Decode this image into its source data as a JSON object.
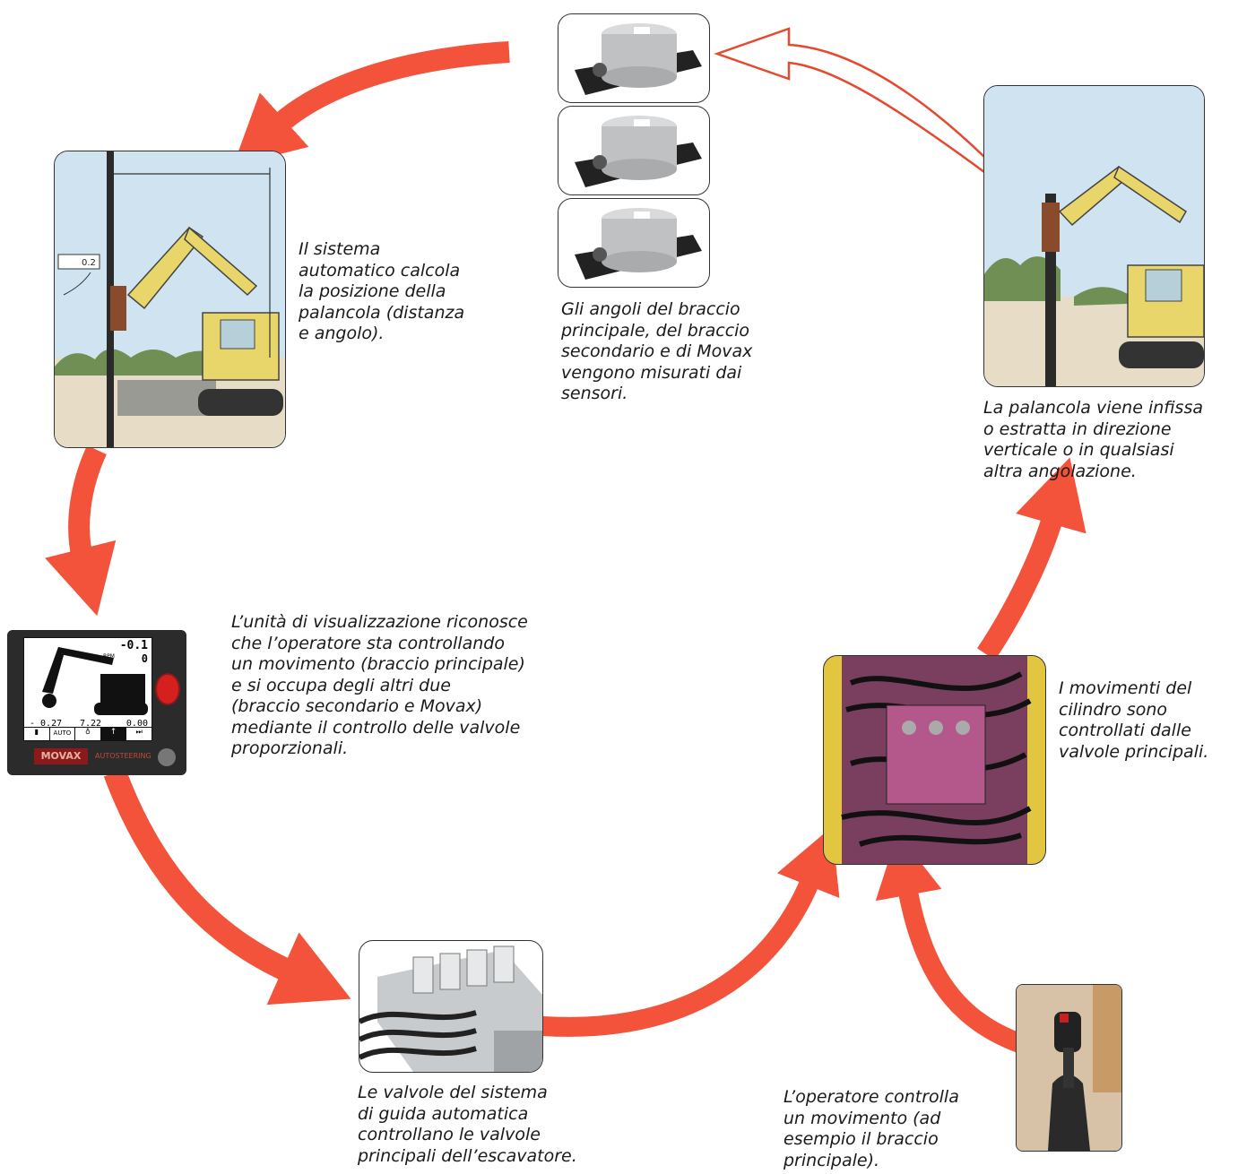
{
  "captions": {
    "calc": "Il sistema\nautomatico calcola\nla posizione della\npalancola (distanza\ne angolo).",
    "sensors": "Gli angoli del braccio\nprincipale, del braccio\nsecondario e di Movax\nvengono misurati dai\nsensori.",
    "driven": "La palancola viene infissa\no estratta in direzione\nverticale o in qualsiasi\naltra angolazione.",
    "display": "L’unità di visualizzazione riconosce\nche l’operatore sta controllando\nun movimento (braccio principale)\ne si occupa degli altri due\n(braccio secondario e Movax)\nmediante il controllo delle valvole\nproporzionali.",
    "cylinders": "I movimenti del\ncilindro sono\ncontrollati dalle\nvalvole principali.",
    "autovalves": "Le valvole del sistema\ndi guida automatica\ncontrollano le valvole\nprincipali dell’escavatore.",
    "operator": "L’operatore controlla\nun movimento (ad\nesempio il braccio\nprincipale)."
  },
  "display_unit": {
    "top_value": "-0.1",
    "rpm_label": "RPM",
    "rpm_value": "0",
    "value_left": "- 0.27",
    "value_mid": "7.22",
    "value_right": "0.00",
    "btn_auto": "AUTO",
    "brand": "MOVAX",
    "brand_sub": "AUTOSTEERING"
  },
  "excavator_left": {
    "readout": "0.2"
  },
  "colors": {
    "arrow": "#f2533a",
    "arrow_outline": "#e34a30",
    "frame": "#333333"
  }
}
